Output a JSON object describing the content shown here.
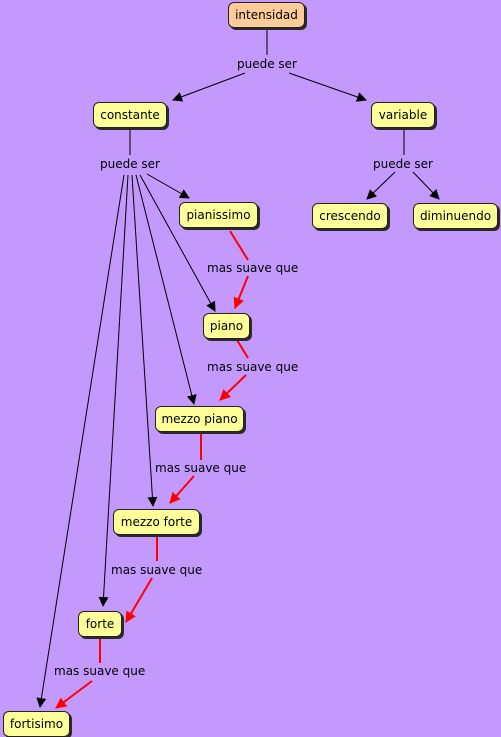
{
  "colors": {
    "background": "#c399fd",
    "root_node": "#ffcc99",
    "concept_node": "#ffff99",
    "black_arrow": "#000000",
    "red_arrow": "#ff0000"
  },
  "nodes": {
    "intensidad": "intensidad",
    "constante": "constante",
    "variable": "variable",
    "pianissimo": "pianissimo",
    "crescendo": "crescendo",
    "diminuendo": "diminuendo",
    "piano": "piano",
    "mezzo_piano": "mezzo piano",
    "mezzo_forte": "mezzo forte",
    "forte": "forte",
    "fortisimo": "fortisimo"
  },
  "links": {
    "top_puede_ser": "puede ser",
    "constante_puede_ser": "puede ser",
    "variable_puede_ser": "puede ser",
    "suave_1": "mas suave que",
    "suave_2": "mas suave que",
    "suave_3": "mas suave que",
    "suave_4": "mas suave que",
    "suave_5": "mas suave que"
  }
}
